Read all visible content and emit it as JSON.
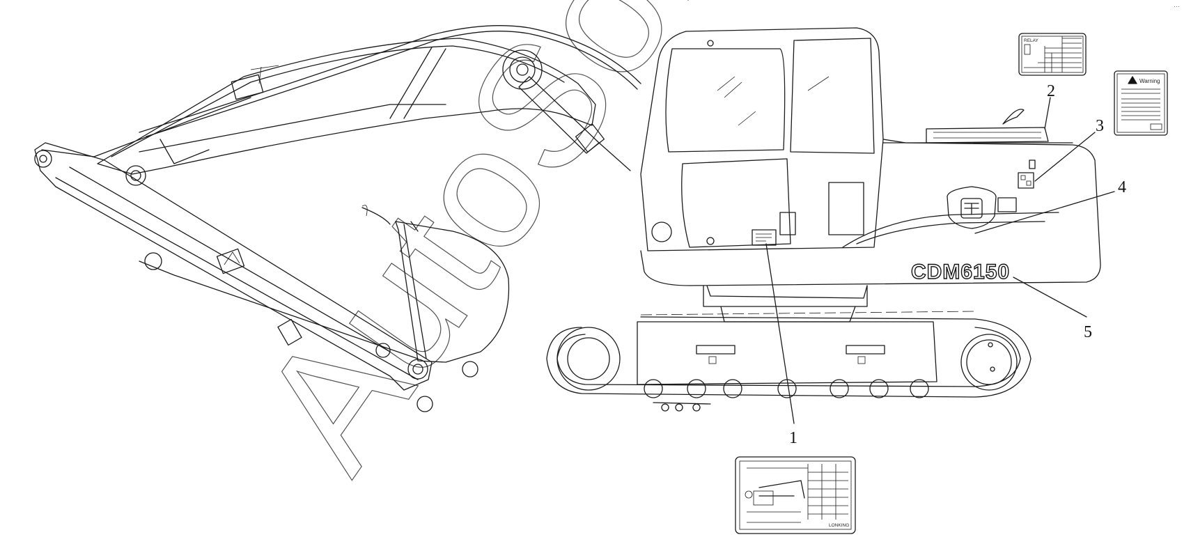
{
  "diagram": {
    "model_text": "CDM6150",
    "watermark_text": "AutoSoft",
    "corner_mark": "···",
    "callouts": [
      {
        "id": "1",
        "label": "1"
      },
      {
        "id": "2",
        "label": "2"
      },
      {
        "id": "3",
        "label": "3"
      },
      {
        "id": "4",
        "label": "4"
      },
      {
        "id": "5",
        "label": "5"
      }
    ],
    "relay_decal": {
      "title": "RELAY"
    },
    "warning_decal": {
      "title": "Warning"
    },
    "lifting_chart_decal": {
      "brand": "LONKING"
    }
  },
  "colors": {
    "line": "#1a1a1a",
    "background": "#ffffff"
  }
}
